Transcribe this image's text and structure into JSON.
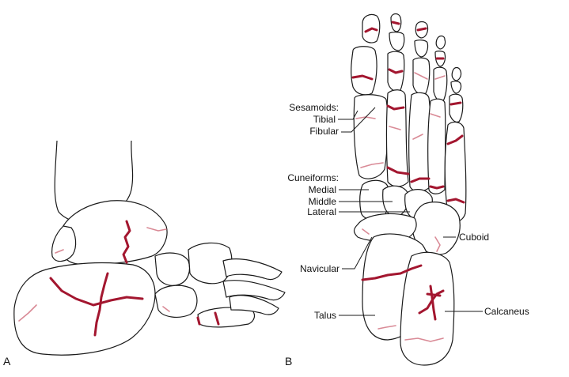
{
  "panels": {
    "a": "A",
    "b": "B"
  },
  "labels": {
    "sesamoids": "Sesamoids:",
    "tibial": "Tibial",
    "fibular": "Fibular",
    "cuneiforms": "Cuneiforms:",
    "medial": "Medial",
    "middle": "Middle",
    "lateral": "Lateral",
    "navicular": "Navicular",
    "talus": "Talus",
    "cuboid": "Cuboid",
    "calcaneus": "Calcaneus"
  },
  "colors": {
    "outline": "#1a1a1a",
    "fracture": "#a3162f",
    "fracture_light": "#d98a96"
  }
}
